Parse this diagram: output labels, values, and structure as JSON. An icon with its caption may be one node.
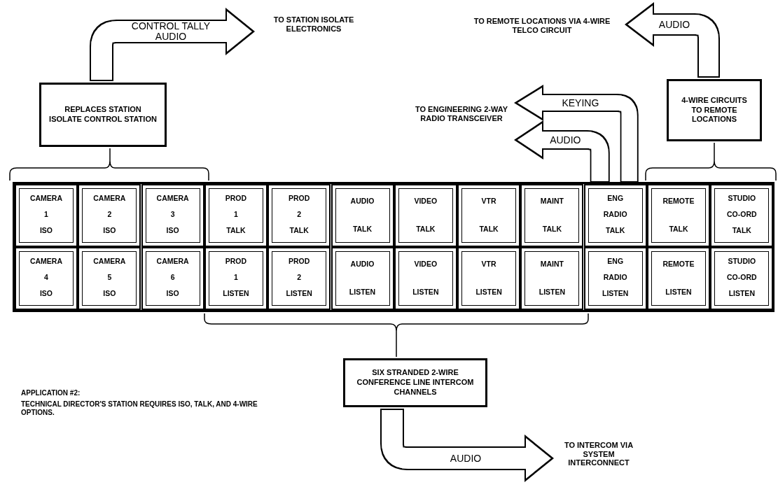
{
  "diagram": {
    "nodes": [
      {
        "text": [
          "REPLACES STATION ISOLATE CONTROL STATION"
        ]
      },
      {
        "text": [
          "TO STATION ISOLATE ELECTRONICS"
        ]
      },
      {
        "text": [
          "TO REMOTE LOCATIONS VIA 4-WIRE TELCO CIRCUIT"
        ]
      },
      {
        "text": [
          "TO ENGINEERING 2-WAY RADIO TRANSCEIVER"
        ]
      },
      {
        "text": [
          "4-WIRE CIRCUITS TO REMOTE LOCATIONS"
        ]
      },
      {
        "text": [
          "CAMERA",
          "1",
          "ISO"
        ]
      },
      {
        "text": [
          "CAMERA",
          "2",
          "ISO"
        ]
      },
      {
        "text": [
          "CAMERA",
          "3",
          "ISO"
        ]
      },
      {
        "text": [
          "PROD",
          "1",
          "TALK"
        ]
      },
      {
        "text": [
          "PROD",
          "2",
          "TALK"
        ]
      },
      {
        "text": [
          "AUDIO",
          "TALK"
        ]
      },
      {
        "text": [
          "VIDEO",
          "TALK"
        ]
      },
      {
        "text": [
          "VTR",
          "TALK"
        ]
      },
      {
        "text": [
          "MAINT",
          "TALK"
        ]
      },
      {
        "text": [
          "ENG",
          "RADIO",
          "TALK"
        ]
      },
      {
        "text": [
          "REMOTE",
          "TALK"
        ]
      },
      {
        "text": [
          "STUDIO",
          "CO-ORD",
          "TALK"
        ]
      },
      {
        "text": [
          "CAMERA",
          "4",
          "ISO"
        ]
      },
      {
        "text": [
          "CAMERA",
          "5",
          "ISO"
        ]
      },
      {
        "text": [
          "CAMERA",
          "6",
          "ISO"
        ]
      },
      {
        "text": [
          "PROD",
          "1",
          "LISTEN"
        ]
      },
      {
        "text": [
          "PROD",
          "2",
          "LISTEN"
        ]
      },
      {
        "text": [
          "AUDIO",
          "LISTEN"
        ]
      },
      {
        "text": [
          "VIDEO",
          "LISTEN"
        ]
      },
      {
        "text": [
          "VTR",
          "LISTEN"
        ]
      },
      {
        "text": [
          "MAINT",
          "LISTEN"
        ]
      },
      {
        "text": [
          "ENG",
          "RADIO",
          "LISTEN"
        ]
      },
      {
        "text": [
          "REMOTE",
          "LISTEN"
        ]
      },
      {
        "text": [
          "STUDIO",
          "CO-ORD",
          "LISTEN"
        ]
      },
      {
        "text": [
          "SIX STRANDED 2-WIRE CONFERENCE LINE INTERCOM CHANNELS"
        ]
      },
      {
        "text": [
          "TO INTERCOM VIA SYSTEM INTERCONNECT"
        ]
      }
    ],
    "edges": [
      {
        "from": 0,
        "to": 1,
        "arrow": "to",
        "label": "CONTROL TALLY AUDIO"
      },
      {
        "from": 4,
        "to": 2,
        "arrow": "to",
        "label": "AUDIO"
      },
      {
        "from": 14,
        "to": 3,
        "arrow": "to",
        "label": "KEYING"
      },
      {
        "from": 14,
        "to": 3,
        "arrow": "to",
        "label": "AUDIO"
      },
      {
        "from": 29,
        "to": 30,
        "arrow": "to",
        "label": "AUDIO"
      }
    ],
    "labels": [
      "APPLICATION #2:",
      "TECHNICAL DIRECTOR'S STATION REQUIRES ISO, TALK, AND 4-WIRE OPTIONS."
    ]
  }
}
